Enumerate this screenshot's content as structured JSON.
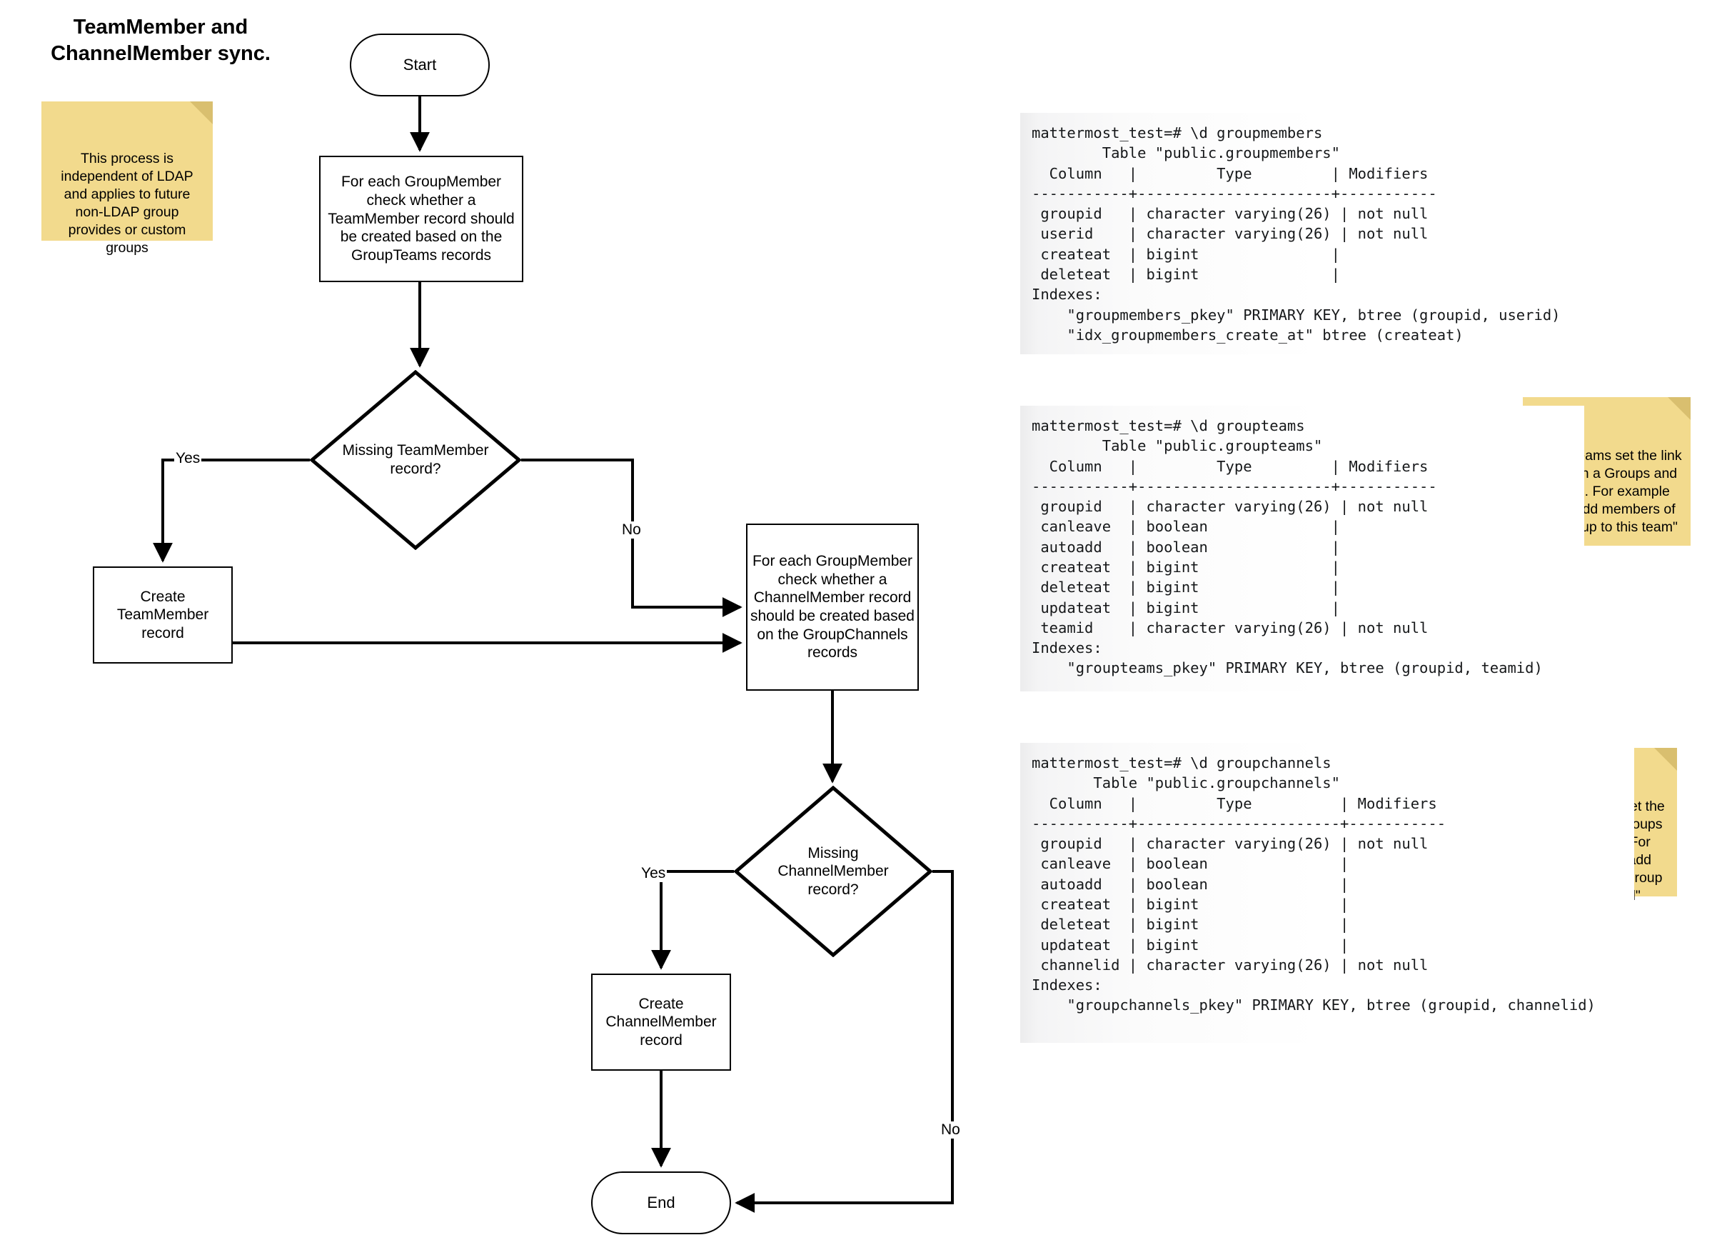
{
  "title": "TeamMember and\nChannelMember sync.",
  "notes": {
    "ldap": "This process is independent of LDAP and applies to future non-LDAP group provides or custom groups",
    "groupteams": "GroupTeams set the link between a Groups and Teams. For example \"auto-add members of this group to this team\"",
    "groupchannels": "GroupChannels set the link between a Groups and Channels. For example \"auto-add members of this group to this channel\""
  },
  "flowchart": {
    "nodes": {
      "start": "Start",
      "process_teammember": "For each GroupMember check whether a TeamMember record should be created based on the GroupTeams records",
      "decision_teammember": "Missing TeamMember\nrecord?",
      "create_teammember": "Create\nTeamMember\nrecord",
      "process_channelmember": "For each GroupMember check whether a ChannelMember record should be created based on the GroupChannels records",
      "decision_channelmember": "Missing\nChannelMember\nrecord?",
      "create_channelmember": "Create\nChannelMember\nrecord",
      "end": "End"
    },
    "edge_labels": {
      "yes_teammember": "Yes",
      "no_teammember": "No",
      "yes_channelmember": "Yes",
      "no_channelmember": "No"
    }
  },
  "terminal_blocks": {
    "groupmembers": "mattermost_test=# \\d groupmembers\n        Table \"public.groupmembers\"\n  Column   |         Type         | Modifiers\n-----------+----------------------+-----------\n groupid   | character varying(26) | not null\n userid    | character varying(26) | not null\n createat  | bigint               |\n deleteat  | bigint               |\nIndexes:\n    \"groupmembers_pkey\" PRIMARY KEY, btree (groupid, userid)\n    \"idx_groupmembers_create_at\" btree (createat)",
    "groupteams": "mattermost_test=# \\d groupteams\n        Table \"public.groupteams\"\n  Column   |         Type         | Modifiers\n-----------+----------------------+-----------\n groupid   | character varying(26) | not null\n canleave  | boolean              |\n autoadd   | boolean              |\n createat  | bigint               |\n deleteat  | bigint               |\n updateat  | bigint               |\n teamid    | character varying(26) | not null\nIndexes:\n    \"groupteams_pkey\" PRIMARY KEY, btree (groupid, teamid)",
    "groupchannels": "mattermost_test=# \\d groupchannels\n       Table \"public.groupchannels\"\n  Column   |         Type          | Modifiers\n-----------+-----------------------+-----------\n groupid   | character varying(26) | not null\n canleave  | boolean               |\n autoadd   | boolean               |\n createat  | bigint                |\n deleteat  | bigint                |\n updateat  | bigint                |\n channelid | character varying(26) | not null\nIndexes:\n    \"groupchannels_pkey\" PRIMARY KEY, btree (groupid, channelid)"
  },
  "colors": {
    "note_fill": "#f2da8d",
    "note_fold": "#d9bf6f",
    "stroke": "#000000",
    "terminal_bg": "#ececed"
  }
}
